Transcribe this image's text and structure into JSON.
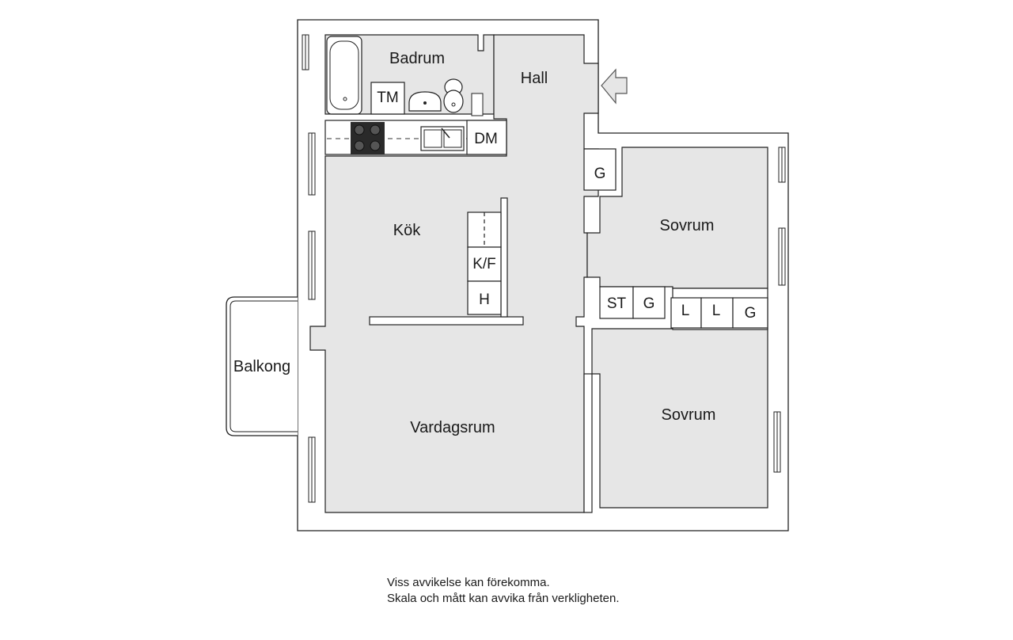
{
  "rooms": {
    "badrum": "Badrum",
    "hall": "Hall",
    "kok": "Kök",
    "vardagsrum": "Vardagsrum",
    "sovrum_1": "Sovrum",
    "sovrum_2": "Sovrum",
    "balkong": "Balkong"
  },
  "fixtures": {
    "tm": "TM",
    "dm": "DM",
    "kf": "K/F",
    "h": "H",
    "g_hall": "G",
    "st": "ST",
    "g_mid": "G",
    "l1": "L",
    "l2": "L",
    "g_right": "G"
  },
  "disclaimer": {
    "line1": "Viss avvikelse kan förekomma.",
    "line2": "Skala och mått kan avvika från verkligheten."
  },
  "colors": {
    "floor": "#e6e6e6",
    "wall": "#ffffff",
    "line": "#222222"
  }
}
